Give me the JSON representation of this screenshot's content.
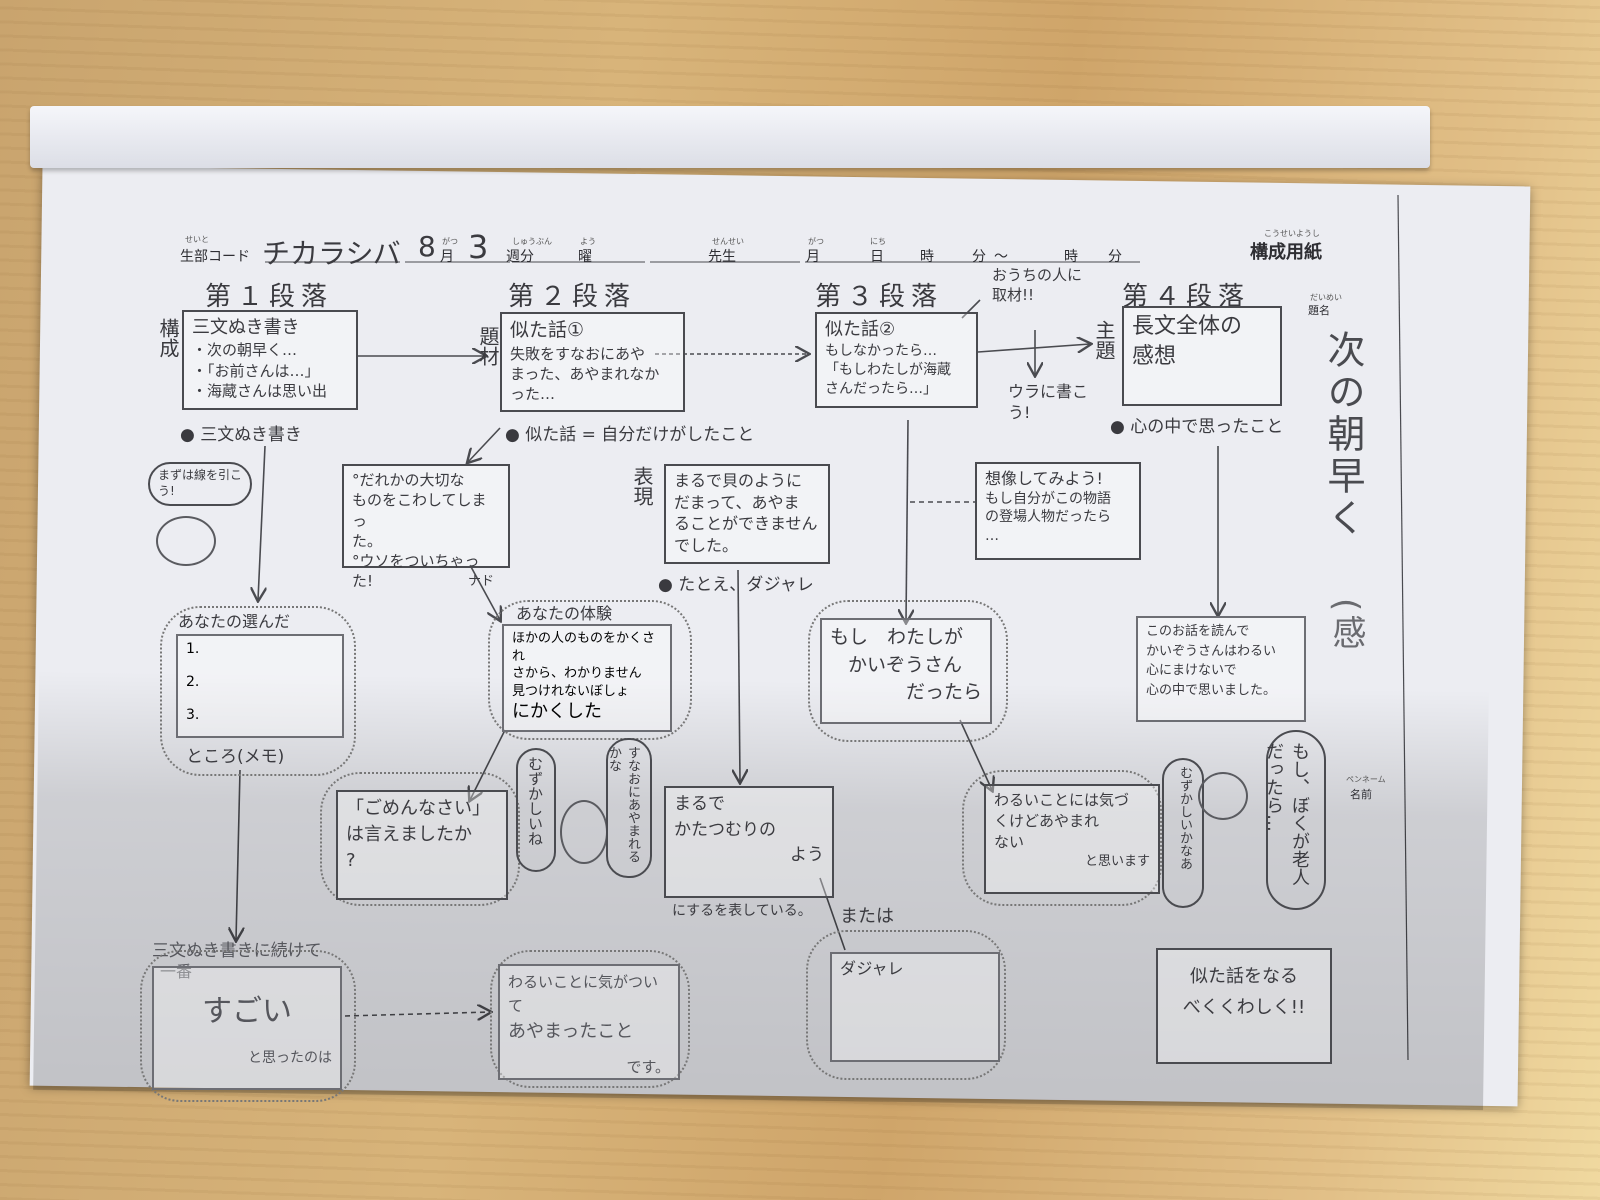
{
  "header": {
    "seito_ruby": "せいと",
    "student_code_label": "生部コード",
    "student_code": "チカラシバ",
    "month": "8",
    "month_ruby": "がつ",
    "week_num": "3",
    "week_label": "週分",
    "week_ruby": "しゅうぶん",
    "day_label": "曜",
    "day_ruby": "よう",
    "teacher_label": "先生",
    "teacher_ruby": "せんせい",
    "date_month": "月",
    "date_month_ruby": "がつ",
    "date_day": "日",
    "date_day_ruby": "にち",
    "time_hour": "時",
    "time_minute": "分",
    "tilde": "～",
    "time_hour2": "時",
    "time_minute2": "分",
    "sheet_ruby": "こうせいようし",
    "sheet_title": "構成用紙",
    "title_ruby": "だいめい",
    "title_label": "題名",
    "title": "次の朝早く",
    "title_suffix": "(感",
    "pencil_name_ruby": "ペンネーム",
    "pencil_name_label": "名前"
  },
  "paragraphs": [
    {
      "label": "第１段落"
    },
    {
      "label": "第２段落"
    },
    {
      "label": "第３段落"
    },
    {
      "label": "第４段落"
    }
  ],
  "side_labels": {
    "kousei": "構成",
    "daizai": "題材",
    "hyougen": "表現",
    "shudai": "主題"
  },
  "row1": {
    "p1_lines": [
      "三文ぬき書き",
      "・次の朝早く…",
      "・「お前さんは…」",
      "・海蔵さんは思い出"
    ],
    "p1_note": "● 三文ぬき書き",
    "p2_lines": [
      "似た話①",
      "失敗をすなおにあや",
      "まった、あやまれなか",
      "った…"
    ],
    "p2_note": "● 似た話 = 自分だけがしたこと",
    "p3_lines": [
      "似た話②",
      "もしなかったら…",
      "「もしわたしが海蔵",
      "さんだったら…」"
    ],
    "p3_callout": "おうちの人に取材!!",
    "p3_callout2": "ウラに書こう!",
    "p4_lines": [
      "長文全体の",
      "感想"
    ],
    "p4_note": "● 心の中で思ったこと"
  },
  "row2": {
    "sticker_text": "まずは線を引こう!",
    "p2_box": [
      "°だれかの大切な",
      "ものをこわしてしまっ",
      "た。",
      "°ウソをついちゃった!"
    ],
    "p2_box_suffix": "ナド",
    "p3_box": [
      "まるで貝のように",
      "だまって、あやま",
      "ることができません",
      "でした。"
    ],
    "p3_note": "● たとえ、ダジャレ",
    "p4_box": [
      "想像してみよう!",
      "もし自分がこの物語",
      "の登場人物だったら",
      "…"
    ]
  },
  "row3": {
    "p1_cloud_title": "あなたの選んだ",
    "p1_cloud_items": [
      "1.",
      "2.",
      "3."
    ],
    "p1_cloud_footer": "ところ(メモ)",
    "p2_cloud_title": "あなたの体験",
    "p2_cloud_lines": [
      "ほかの人のものをかくされ",
      "さから、わかりません",
      "見つけれないぼしょ",
      "にかくした"
    ],
    "p3_cloud_lines": [
      "もし　わたしが",
      "かいぞうさん",
      "だったら"
    ],
    "p4_cloud_lines": [
      "このお話を読んで",
      "かいぞうさんはわるい",
      "心にまけないで",
      "心の中で思いました。"
    ]
  },
  "row4": {
    "p2_box": [
      "「ごめんなさい」",
      "は言えましたか",
      "?"
    ],
    "p2_bubble1": "むずかしいね",
    "p2_bubble2": "すなおにあやまれるかな",
    "p3_box": [
      "まるで",
      "かたつむりの",
      "よう"
    ],
    "p3_after": "に",
    "p3_after2": "するを表している。",
    "p4_box": [
      "わるいことには気づ",
      "くけどあやまれ",
      "ない",
      "と思います"
    ],
    "p4_bubble1": "むずかしいかなあ",
    "p4_bubble2": "もし、ぼくが老人だったら…"
  },
  "row5": {
    "p1_lead": "三文ぬき書きに続けて",
    "p1_lead2": "一番",
    "p1_box": [
      "すごい",
      "と思ったのは"
    ],
    "p2_box": [
      "わるいことに気がついて",
      "あやまったこと",
      "です。"
    ],
    "p3_lead": "または",
    "p3_box": [
      "ダジャレ"
    ],
    "p4_box": [
      "似た話をなる",
      "べくくわしく!!"
    ]
  },
  "colors": {
    "paper": "#ecedf2",
    "pencil": "#4a4b50",
    "desk": "#cfa56a"
  }
}
